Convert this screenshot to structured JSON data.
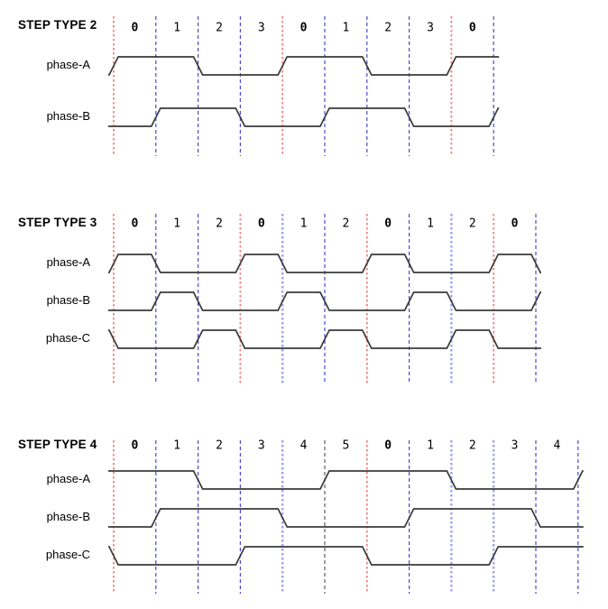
{
  "colors": {
    "background": "#ffffff",
    "text": "#000000",
    "waveform": "#3a3a3a",
    "grid_red": "#ee8585",
    "grid_blue": "#4a4ad0",
    "grid_lightblue": "#a2a2ee",
    "grid_black": "#5e5e5e"
  },
  "sections": [
    {
      "title": "STEP TYPE 2",
      "steps": [
        "0",
        "1",
        "2",
        "3",
        "0",
        "1",
        "2",
        "3",
        "0"
      ],
      "gridlines": [
        "red",
        "blue",
        "blue",
        "blue",
        "red",
        "blue",
        "blue",
        "blue",
        "red",
        "blue"
      ],
      "phases": [
        {
          "name": "phase-A",
          "prev": 0,
          "values": [
            1,
            1,
            0,
            0,
            1,
            1,
            0,
            0,
            1
          ],
          "next": 1
        },
        {
          "name": "phase-B",
          "prev": 0,
          "values": [
            0,
            1,
            1,
            0,
            0,
            1,
            1,
            0,
            0
          ],
          "next": 1
        }
      ]
    },
    {
      "title": "STEP TYPE 3",
      "steps": [
        "0",
        "1",
        "2",
        "0",
        "1",
        "2",
        "0",
        "1",
        "2",
        "0"
      ],
      "gridlines": [
        "red",
        "blue",
        "blue",
        "red",
        "lightblue",
        "blue",
        "red",
        "blue",
        "lightblue",
        "red",
        "blue"
      ],
      "phases": [
        {
          "name": "phase-A",
          "prev": 0,
          "values": [
            1,
            0,
            0,
            1,
            0,
            0,
            1,
            0,
            0,
            1
          ],
          "next": 0
        },
        {
          "name": "phase-B",
          "prev": 0,
          "values": [
            0,
            1,
            0,
            0,
            1,
            0,
            0,
            1,
            0,
            0
          ],
          "next": 1
        },
        {
          "name": "phase-C",
          "prev": 1,
          "values": [
            0,
            0,
            1,
            0,
            0,
            1,
            0,
            0,
            1,
            0
          ],
          "next": 0
        }
      ]
    },
    {
      "title": "STEP TYPE 4",
      "steps": [
        "0",
        "1",
        "2",
        "3",
        "4",
        "5",
        "0",
        "1",
        "2",
        "3",
        "4"
      ],
      "gridlines": [
        "red",
        "blue",
        "blue",
        "blue",
        "lightblue",
        "black",
        "red",
        "blue",
        "lightblue",
        "lightblue",
        "blue",
        "blue"
      ],
      "phases": [
        {
          "name": "phase-A",
          "prev": 1,
          "values": [
            1,
            1,
            0,
            0,
            0,
            1,
            1,
            1,
            0,
            0,
            0
          ],
          "next": 1
        },
        {
          "name": "phase-B",
          "prev": 0,
          "values": [
            0,
            1,
            1,
            1,
            0,
            0,
            0,
            1,
            1,
            1,
            0
          ],
          "next": 0
        },
        {
          "name": "phase-C",
          "prev": 1,
          "values": [
            0,
            0,
            0,
            1,
            1,
            1,
            0,
            0,
            0,
            1,
            1
          ],
          "next": 1
        }
      ]
    }
  ]
}
